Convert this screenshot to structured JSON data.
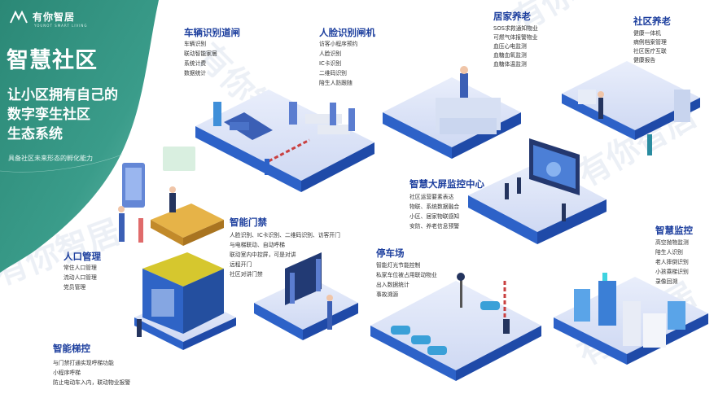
{
  "brand": {
    "name": "有你智居",
    "tagline": "YOUNOT SMART LIVING"
  },
  "hero": {
    "title": "智慧社区",
    "lines": [
      "让小区拥有自己的",
      "数字孪生社区",
      "生态系统"
    ],
    "note": "具备社区未来形态的孵化能力"
  },
  "watermark": "有你智居",
  "colors": {
    "hero_green": "#2e8f7b",
    "hero_teal": "#3fa99b",
    "title_blue": "#1d3f9e",
    "platform_blue": "#2d62c8"
  },
  "sections": {
    "vehicle_gate": {
      "title": "车辆识别道闸",
      "items": [
        "车辆识别",
        "联动智能家居",
        "系统计费",
        "数据统计"
      ]
    },
    "face_gate": {
      "title": "人脸识别闸机",
      "items": [
        "访客小程序预约",
        "人脸识别",
        "IC卡识别",
        "二维码识别",
        "陪生人防跟随"
      ]
    },
    "home_elderly": {
      "title": "居家养老",
      "items": [
        "SOS求救通知物业",
        "可燃气体报警物业",
        "血压心电监测",
        "血糖血氧监测",
        "血糖体温监测"
      ]
    },
    "community_elderly": {
      "title": "社区养老",
      "items": [
        "健康一体机",
        "病例档案管理",
        "社区医疗互联",
        "健康报告"
      ]
    },
    "monitor_center": {
      "title": "智慧大屏监控中心",
      "items": [
        "社区运营要素表达",
        "物联、系统数据融合",
        "小区、居家物联感知",
        "安防、养老信息预警"
      ]
    },
    "smart_access": {
      "title": "智能门禁",
      "items": [
        "人脸识别、IC卡识别、二维码识别、访客开门",
        "与电梯联动、自动呼梯",
        "联动室内中控屏，可是对讲",
        "远程开门",
        "社区对讲门禁"
      ]
    },
    "population": {
      "title": "人口管理",
      "items": [
        "常住人口管理",
        "流动人口管理",
        "党员管理"
      ]
    },
    "parking": {
      "title": "停车场",
      "items": [
        "智能灯光节能控制",
        "私家车位被占用联动物业",
        "出入数据统计",
        "事故溯源"
      ]
    },
    "smart_monitoring": {
      "title": "智慧监控",
      "items": [
        "高空抛物监测",
        "陪生人识别",
        "老人摔倒识别",
        "小孩乘梯识别",
        "录像回溯"
      ]
    },
    "smart_elevator": {
      "title": "智能梯控",
      "items": [
        "与门禁打通实现呼梯功能",
        "小程序呼梯",
        "防止电动车入内，联动物业报警"
      ]
    }
  }
}
